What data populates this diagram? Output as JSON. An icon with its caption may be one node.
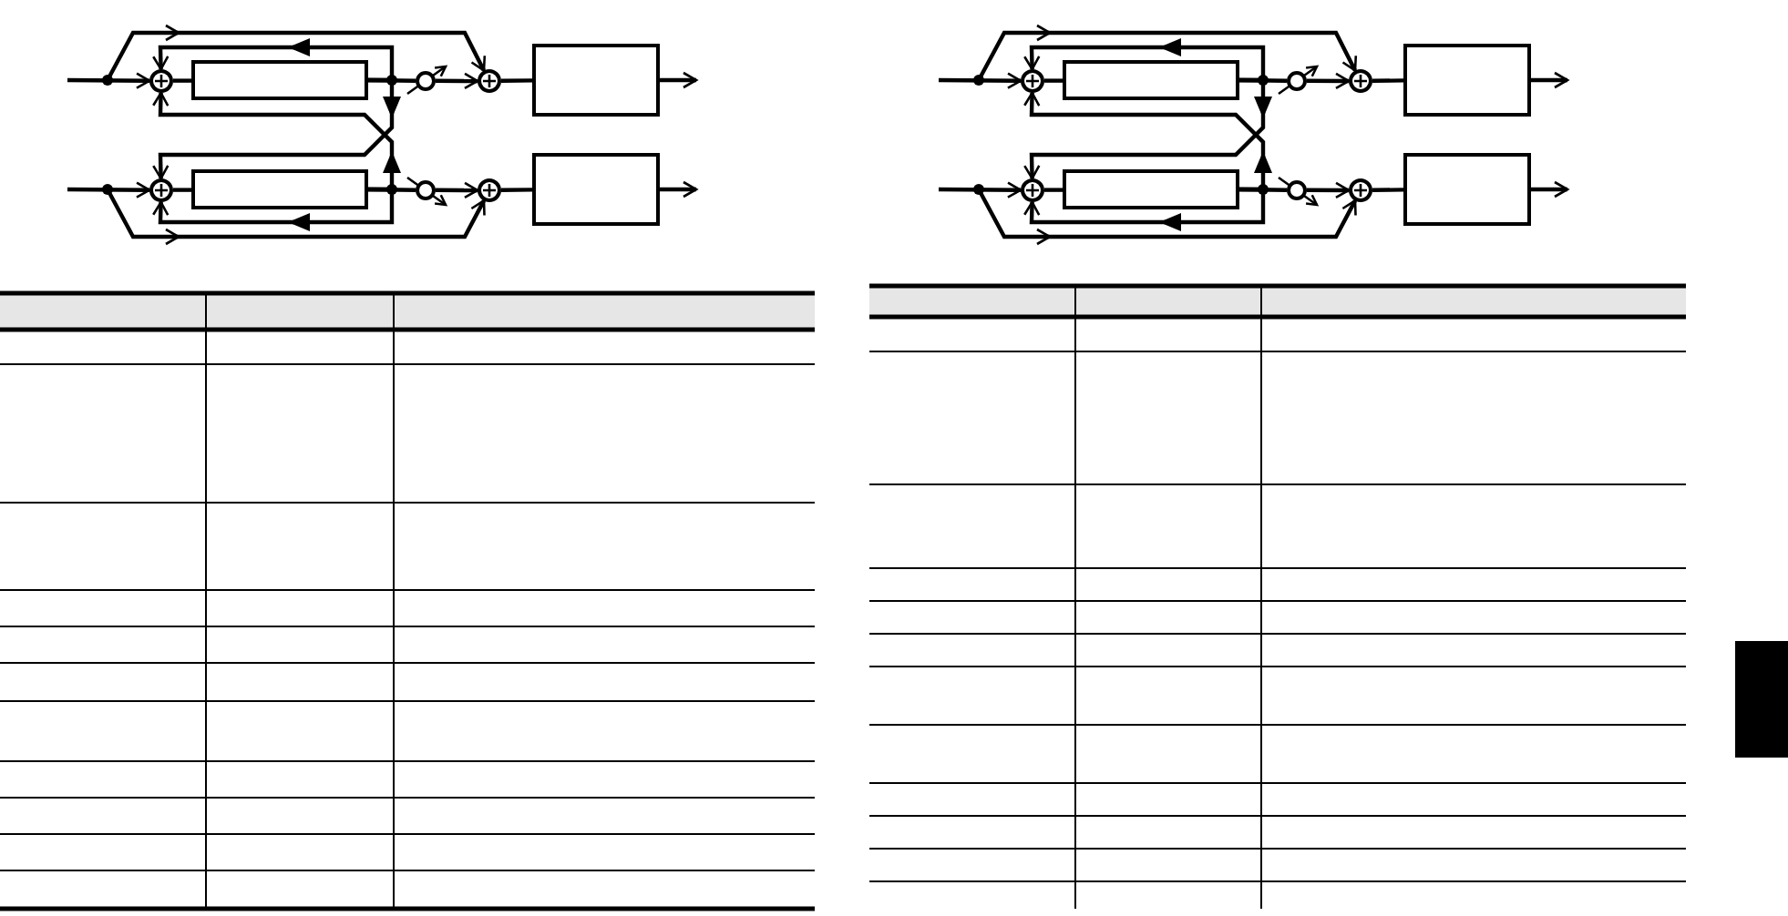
{
  "diagram": {
    "nodes": [
      {
        "text": [],
        "shape": "circle"
      },
      {
        "text": [],
        "shape": "box"
      },
      {
        "text": [],
        "shape": "circle"
      },
      {
        "text": [],
        "shape": "circle"
      },
      {
        "text": [],
        "shape": "box"
      },
      {
        "text": [],
        "shape": "circle"
      },
      {
        "text": [],
        "shape": "box"
      },
      {
        "text": [],
        "shape": "circle"
      },
      {
        "text": [],
        "shape": "circle"
      },
      {
        "text": [],
        "shape": "box"
      },
      {
        "text": [],
        "shape": "circle"
      },
      {
        "text": [],
        "shape": "box"
      },
      {
        "text": [],
        "shape": "circle"
      },
      {
        "text": [],
        "shape": "circle"
      },
      {
        "text": [],
        "shape": "box"
      },
      {
        "text": [],
        "shape": "circle"
      },
      {
        "text": [],
        "shape": "box"
      },
      {
        "text": [],
        "shape": "circle"
      },
      {
        "text": [],
        "shape": "circle"
      },
      {
        "text": [],
        "shape": "box"
      }
    ],
    "edges": [
      {
        "from": null,
        "to": 0,
        "arrow": "to"
      },
      {
        "from": 0,
        "to": 1,
        "arrow": "none"
      },
      {
        "from": 1,
        "to": 2,
        "arrow": "none"
      },
      {
        "from": 2,
        "to": 3,
        "arrow": "to"
      },
      {
        "from": 3,
        "to": 4,
        "arrow": "none"
      },
      {
        "from": 4,
        "to": null,
        "arrow": "to"
      },
      {
        "from": null,
        "to": 3,
        "arrow": "to"
      },
      {
        "from": 1,
        "to": 0,
        "arrow": "to"
      },
      {
        "from": 1,
        "to": 5,
        "arrow": "to"
      },
      {
        "from": null,
        "to": 5,
        "arrow": "to"
      },
      {
        "from": 5,
        "to": 6,
        "arrow": "none"
      },
      {
        "from": 6,
        "to": 7,
        "arrow": "none"
      },
      {
        "from": 7,
        "to": 8,
        "arrow": "to"
      },
      {
        "from": 8,
        "to": 9,
        "arrow": "none"
      },
      {
        "from": 9,
        "to": null,
        "arrow": "to"
      },
      {
        "from": null,
        "to": 8,
        "arrow": "to"
      },
      {
        "from": 6,
        "to": 5,
        "arrow": "to"
      },
      {
        "from": 6,
        "to": 0,
        "arrow": "to"
      },
      {
        "from": null,
        "to": 10,
        "arrow": "to"
      },
      {
        "from": 10,
        "to": 11,
        "arrow": "none"
      },
      {
        "from": 11,
        "to": 12,
        "arrow": "none"
      },
      {
        "from": 12,
        "to": 13,
        "arrow": "to"
      },
      {
        "from": 13,
        "to": 14,
        "arrow": "none"
      },
      {
        "from": 14,
        "to": null,
        "arrow": "to"
      },
      {
        "from": null,
        "to": 13,
        "arrow": "to"
      },
      {
        "from": 11,
        "to": 10,
        "arrow": "to"
      },
      {
        "from": 11,
        "to": 15,
        "arrow": "to"
      },
      {
        "from": null,
        "to": 15,
        "arrow": "to"
      },
      {
        "from": 15,
        "to": 16,
        "arrow": "none"
      },
      {
        "from": 16,
        "to": 17,
        "arrow": "none"
      },
      {
        "from": 17,
        "to": 18,
        "arrow": "to"
      },
      {
        "from": 18,
        "to": 19,
        "arrow": "none"
      },
      {
        "from": 19,
        "to": null,
        "arrow": "to"
      },
      {
        "from": null,
        "to": 18,
        "arrow": "to"
      },
      {
        "from": 16,
        "to": 15,
        "arrow": "to"
      },
      {
        "from": 16,
        "to": 10,
        "arrow": "to"
      }
    ]
  }
}
